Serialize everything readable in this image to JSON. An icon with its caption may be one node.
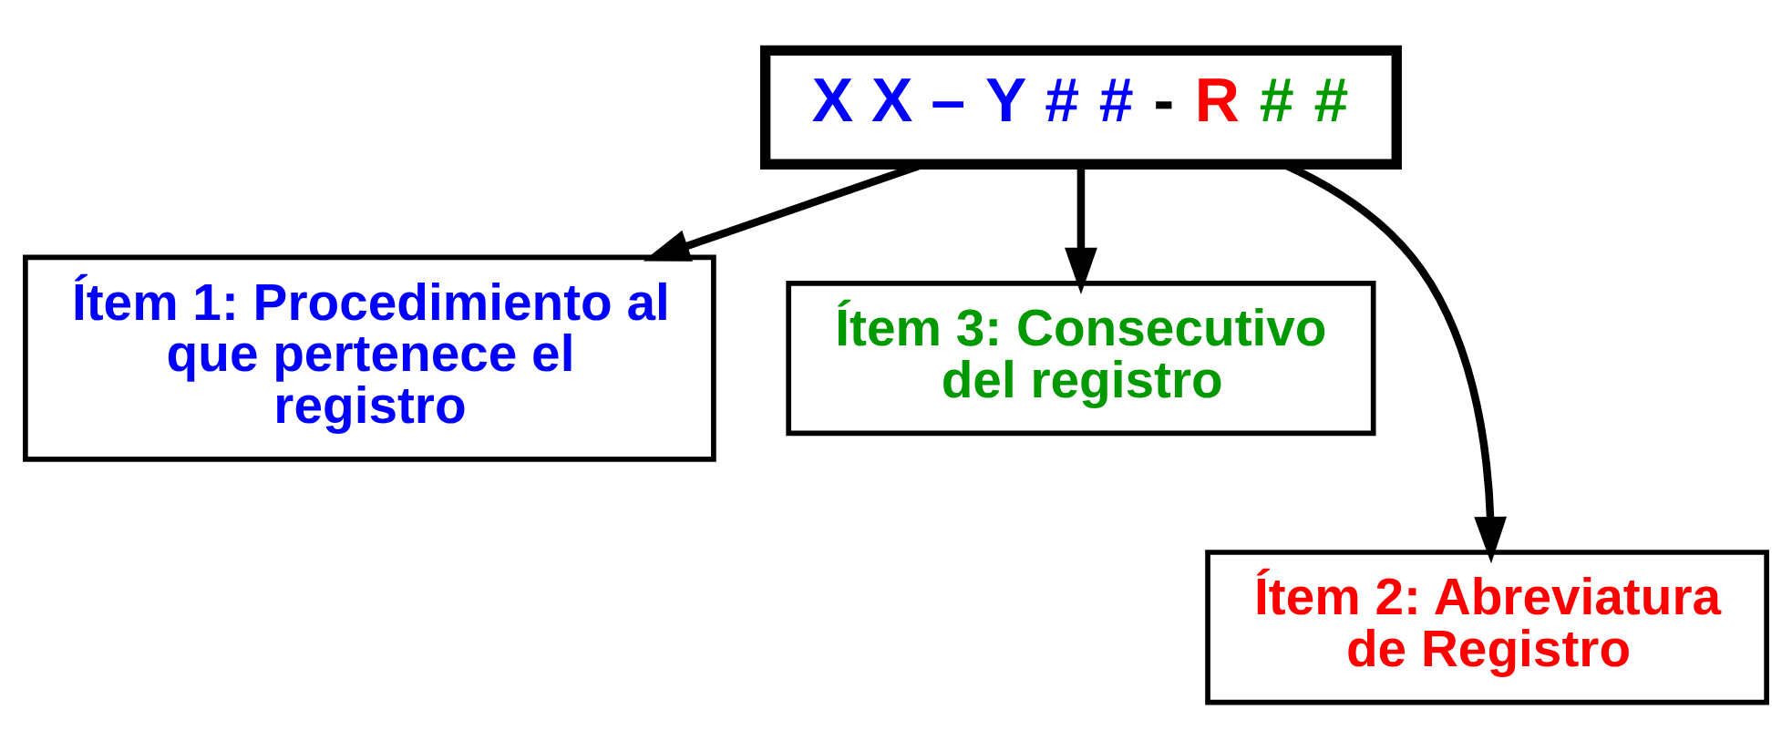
{
  "diagram": {
    "nodes": [
      {
        "text": [
          "X X – Y # # - R # #"
        ]
      },
      {
        "text": [
          "Ítem 1: Procedimiento al que pertenece el registro"
        ]
      },
      {
        "text": [
          "Ítem 3: Consecutivo del registro"
        ]
      },
      {
        "text": [
          "Ítem 2: Abreviatura de Registro"
        ]
      }
    ],
    "edges": [
      {
        "from": 0,
        "to": 1,
        "arrow": "to"
      },
      {
        "from": 0,
        "to": 3,
        "arrow": "to"
      },
      {
        "from": 0,
        "to": 2,
        "arrow": "to"
      }
    ]
  }
}
